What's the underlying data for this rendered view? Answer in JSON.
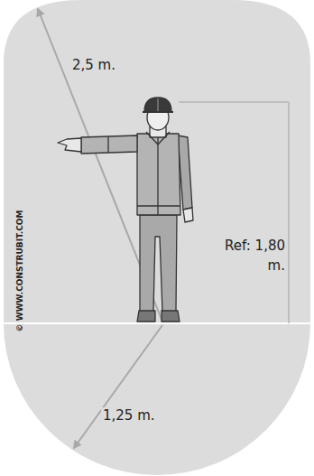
{
  "diagram": {
    "labels": [
      "2,5 m.",
      "Ref: 1,80 m.",
      "1,25 m.",
      "© WWW.CONSTRUBIT.COM"
    ]
  }
}
